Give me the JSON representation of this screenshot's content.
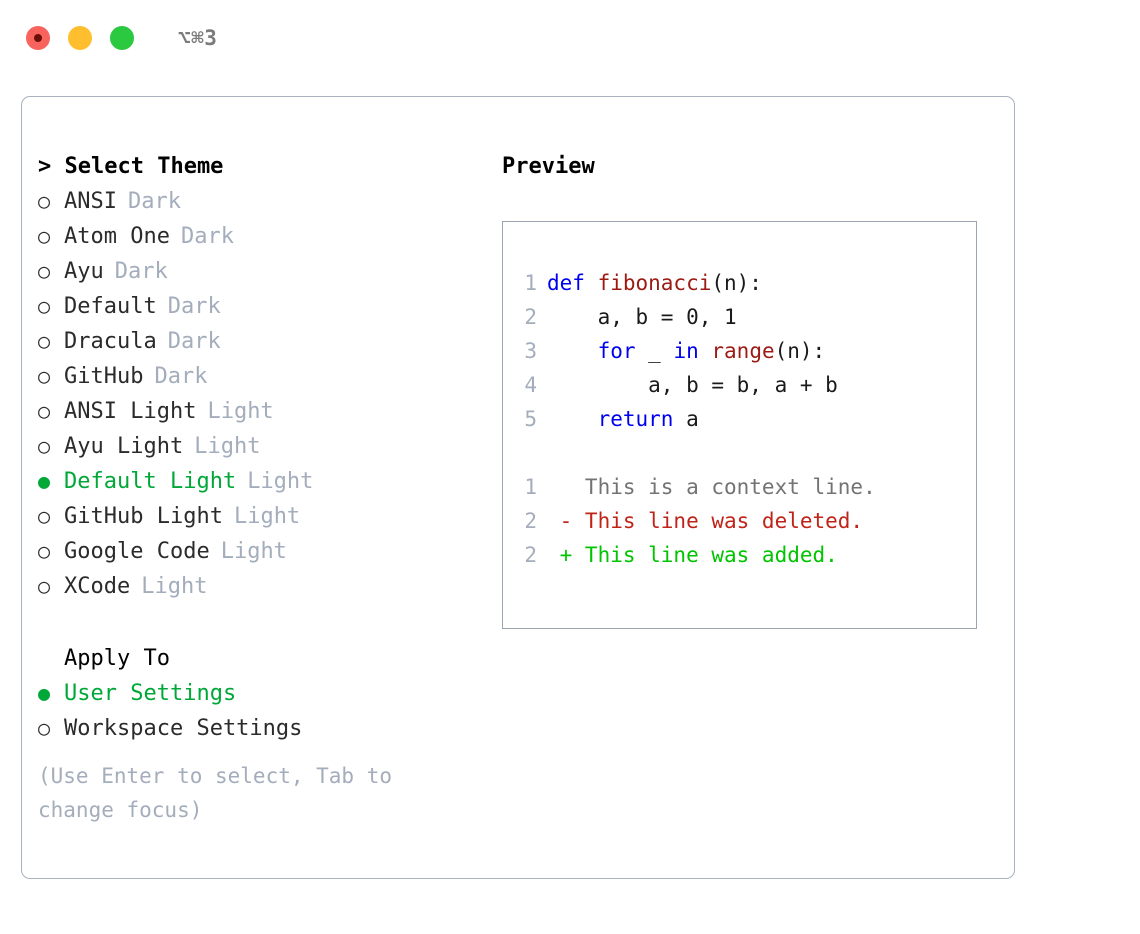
{
  "titlebar": {
    "shortcut": "⌥⌘3",
    "dots": [
      {
        "name": "close-button",
        "color": "#f9635e",
        "inner": "#6b0f08"
      },
      {
        "name": "minimize-button",
        "color": "#ffbe2e",
        "inner": null
      },
      {
        "name": "maximize-button",
        "color": "#2ac940",
        "inner": null
      }
    ]
  },
  "theme_section": {
    "header": "> Select Theme",
    "focused": true,
    "items": [
      {
        "label": "ANSI",
        "tag": "Dark",
        "selected": false
      },
      {
        "label": "Atom One",
        "tag": "Dark",
        "selected": false
      },
      {
        "label": "Ayu",
        "tag": "Dark",
        "selected": false
      },
      {
        "label": "Default",
        "tag": "Dark",
        "selected": false
      },
      {
        "label": "Dracula",
        "tag": "Dark",
        "selected": false
      },
      {
        "label": "GitHub",
        "tag": "Dark",
        "selected": false
      },
      {
        "label": "ANSI Light",
        "tag": "Light",
        "selected": false
      },
      {
        "label": "Ayu Light",
        "tag": "Light",
        "selected": false
      },
      {
        "label": "Default Light",
        "tag": "Light",
        "selected": true
      },
      {
        "label": "GitHub Light",
        "tag": "Light",
        "selected": false
      },
      {
        "label": "Google Code",
        "tag": "Light",
        "selected": false
      },
      {
        "label": "XCode",
        "tag": "Light",
        "selected": false
      }
    ]
  },
  "apply_section": {
    "header": "Apply To",
    "focused": false,
    "items": [
      {
        "label": "User Settings",
        "tag": "",
        "selected": true
      },
      {
        "label": "Workspace Settings",
        "tag": "",
        "selected": false
      }
    ]
  },
  "hint": "(Use Enter to select, Tab to change focus)",
  "bullets": {
    "selected": "●",
    "unselected": "○"
  },
  "preview": {
    "title": "Preview",
    "code_lines": [
      {
        "lineno": "1",
        "tokens": [
          {
            "text": "def ",
            "style": "kw"
          },
          {
            "text": "fibonacci",
            "style": "fn"
          },
          {
            "text": "(n):",
            "style": "plain"
          }
        ]
      },
      {
        "lineno": "2",
        "tokens": [
          {
            "text": "    a, b = 0, 1",
            "style": "plain"
          }
        ]
      },
      {
        "lineno": "3",
        "tokens": [
          {
            "text": "    ",
            "style": "plain"
          },
          {
            "text": "for",
            "style": "kw"
          },
          {
            "text": " _ ",
            "style": "plain"
          },
          {
            "text": "in ",
            "style": "kw"
          },
          {
            "text": "range",
            "style": "fn"
          },
          {
            "text": "(n):",
            "style": "plain"
          }
        ]
      },
      {
        "lineno": "4",
        "tokens": [
          {
            "text": "        a, b = b, a + b",
            "style": "plain"
          }
        ]
      },
      {
        "lineno": "5",
        "tokens": [
          {
            "text": "    ",
            "style": "plain"
          },
          {
            "text": "return",
            "style": "kw"
          },
          {
            "text": " a",
            "style": "plain"
          }
        ]
      }
    ],
    "diff_lines": [
      {
        "lineno": "1",
        "marker": " ",
        "text": "This is a context line.",
        "style": "diff-ctx"
      },
      {
        "lineno": "2",
        "marker": "-",
        "text": "This line was deleted.",
        "style": "diff-del"
      },
      {
        "lineno": "2",
        "marker": "+",
        "text": "This line was added.",
        "style": "diff-add"
      }
    ]
  },
  "colors": {
    "selection_green": "#00a838",
    "added_green": "#00c400",
    "deleted_red": "#c02318",
    "keyword_blue": "#0000ee",
    "function_red": "#9c1a14",
    "tag_gray": "#a3adbb",
    "panel_border": "#a9b2bf",
    "code_border": "#9aa5b1"
  }
}
